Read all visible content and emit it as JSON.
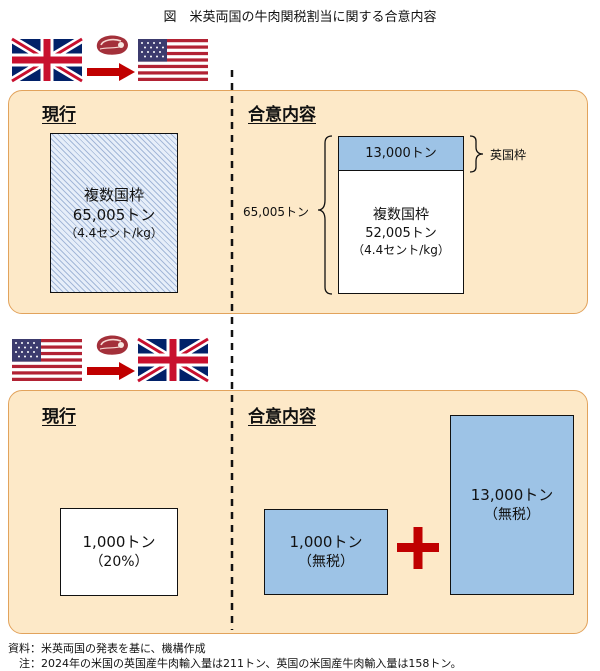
{
  "title": "図　米英両国の牛肉関税割当に関する合意内容",
  "top_section": {
    "current_heading": "現行",
    "agreement_heading": "合意内容",
    "current_box": {
      "line1": "複数国枠",
      "line2": "65,005トン",
      "line3": "（4.4セント/kg）"
    },
    "uk_box": {
      "label": "13,000トン"
    },
    "multi_box": {
      "line1": "複数国枠",
      "line2": "52,005トン",
      "line3": "（4.4セント/kg）"
    },
    "uk_quota_label": "英国枠",
    "total_label": "65,005トン"
  },
  "bottom_section": {
    "current_heading": "現行",
    "agreement_heading": "合意内容",
    "current_box": {
      "line1": "1,000トン",
      "line2": "（20%）"
    },
    "agree_box1": {
      "line1": "1,000トン",
      "line2": "（無税）"
    },
    "agree_box2": {
      "line1": "13,000トン",
      "line2": "（無税）"
    }
  },
  "notes": {
    "source": "資料：米英両国の発表を基に、機構作成",
    "note": "　注：2024年の米国の英国産牛肉輸入量は211トン、英国の米国産牛肉輸入量は158トン。"
  },
  "icons": [
    "uk-flag-icon",
    "meat-icon",
    "arrow-right-icon",
    "us-flag-icon",
    "plus-icon"
  ],
  "colors": {
    "panel": "#fde9c8",
    "panel_border": "#e2a35c",
    "quota_blue": "#9dc3e6",
    "arrow_red": "#c00000"
  }
}
